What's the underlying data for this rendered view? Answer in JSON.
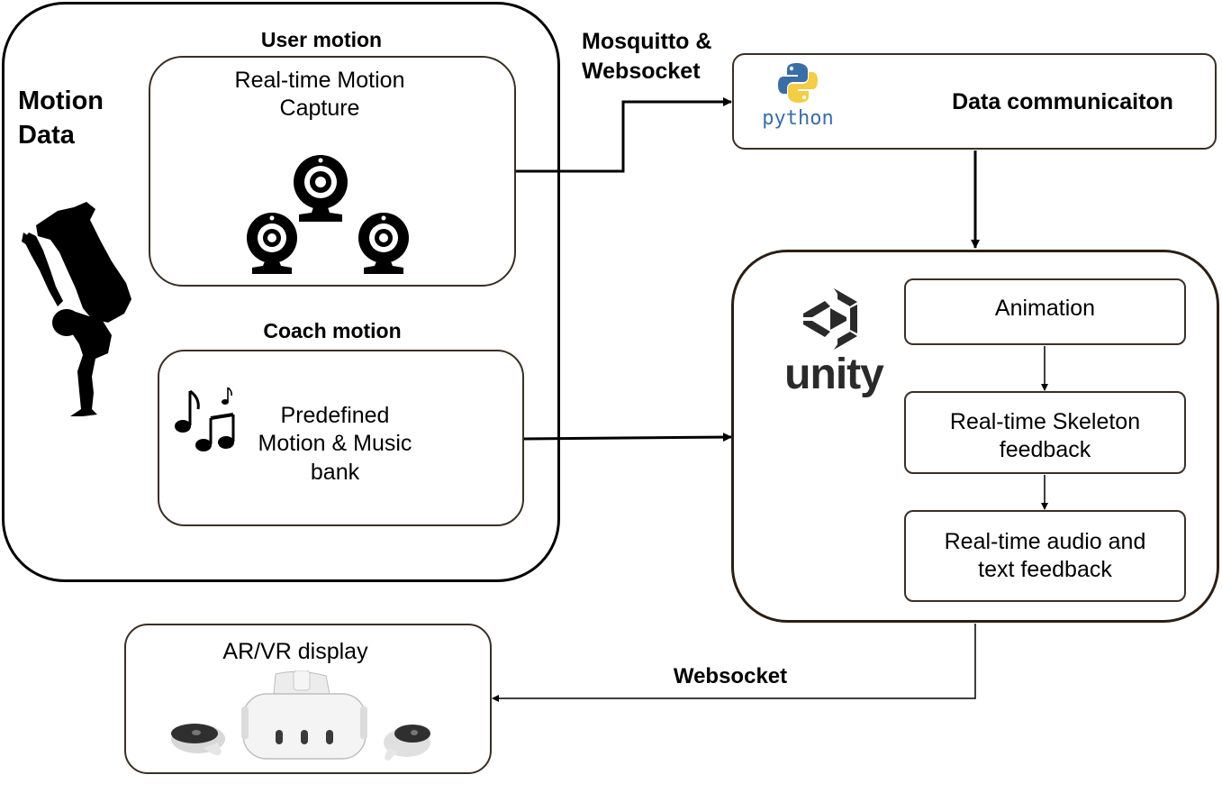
{
  "motion_data": {
    "title": "Motion Data",
    "user_motion": {
      "heading": "User motion",
      "box_label": "Real-time Motion\nCapture",
      "icon": "webcam-icon"
    },
    "coach_motion": {
      "heading": "Coach motion",
      "box_label": "Predefined\nMotion & Music\nbank",
      "icon": "music-notes-icon"
    },
    "figure_icon": "breakdancer-silhouette-icon"
  },
  "edges": {
    "mosquitto_label": "Mosquitto &\nWebsocket",
    "websocket_label": "Websocket"
  },
  "data_comm": {
    "label": "Data communicaiton",
    "logo_text": "python"
  },
  "unity": {
    "logo_text": "unity",
    "blocks": [
      {
        "label": "Animation"
      },
      {
        "label": "Real-time Skeleton\nfeedback"
      },
      {
        "label": "Real-time audio and\ntext feedback"
      }
    ]
  },
  "display": {
    "label": "AR/VR display",
    "icon": "vr-headset-icon"
  },
  "colors": {
    "border_dark": "#2b1f14",
    "python_blue": "#3a6fa5",
    "python_yellow": "#f3cd45",
    "line": "#000000"
  }
}
